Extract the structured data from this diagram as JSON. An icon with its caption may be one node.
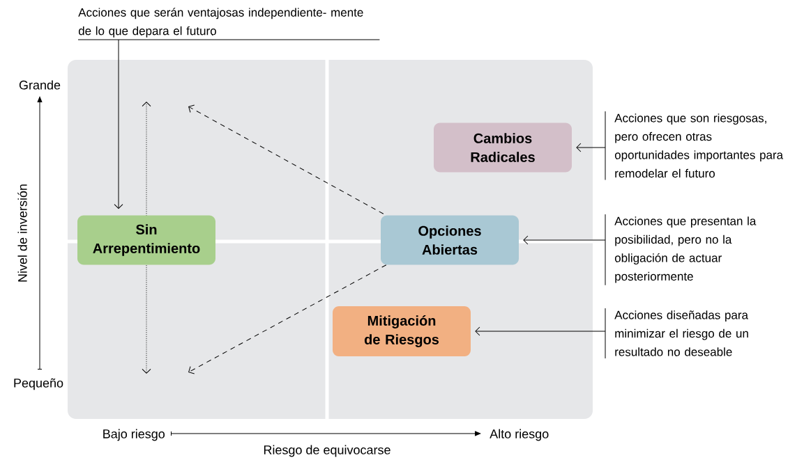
{
  "diagram": {
    "nodes": [
      {
        "text": [
          "Sin Arrepentimiento"
        ]
      },
      {
        "text": [
          "Cambios Radicales"
        ]
      },
      {
        "text": [
          "Opciones Abiertas"
        ]
      },
      {
        "text": [
          "Mitigación de Riesgos"
        ]
      },
      {
        "text": [
          "Acciones que serán ventajosas independiente- mente de lo que depara el futuro"
        ]
      },
      {
        "text": [
          "Acciones que son riesgosas, pero ofrecen otras oportunidades importantes para remodelar el futuro"
        ]
      },
      {
        "text": [
          "Acciones que presentan la posibilidad, pero no la obligación de actuar posteriormente"
        ]
      },
      {
        "text": [
          "Acciones diseñadas para minimizar el riesgo de un resultado no deseable"
        ]
      }
    ],
    "edges": [
      {
        "from": 4,
        "to": 0,
        "arrow": "to"
      },
      {
        "from": 5,
        "to": 1,
        "arrow": "to"
      },
      {
        "from": 6,
        "to": 2,
        "arrow": "to"
      },
      {
        "from": 7,
        "to": 3,
        "arrow": "to"
      },
      {
        "from": 2,
        "to": null,
        "arrow": "to",
        "style": "dashed"
      },
      {
        "from": 2,
        "to": null,
        "arrow": "to",
        "style": "dashed"
      }
    ],
    "labels": [
      "Grande",
      "Pequeño",
      "Nivel de inversión",
      "Bajo riesgo",
      "Alto riesgo",
      "Riesgo de equivocarse"
    ]
  }
}
